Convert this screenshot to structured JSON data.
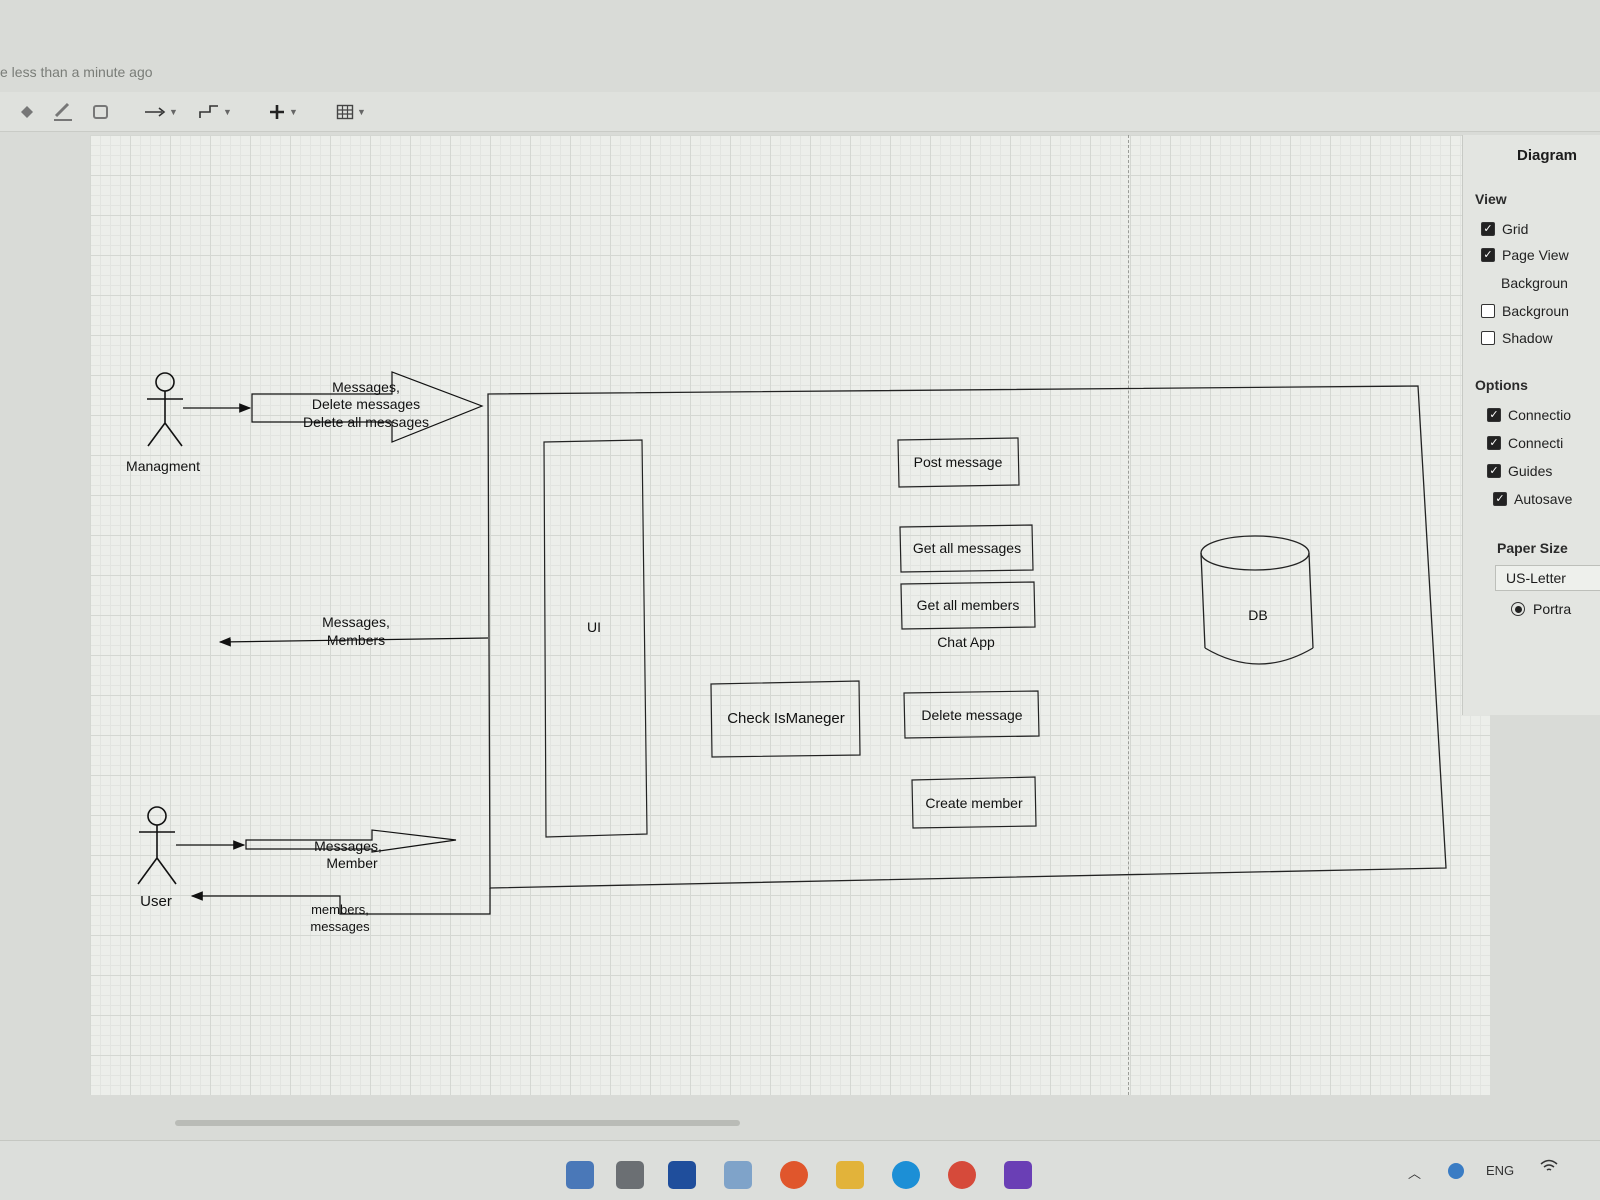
{
  "status": {
    "saved_text": "e less than a minute ago"
  },
  "toolbar": {
    "icons": [
      "fill-icon",
      "line-color-icon",
      "shadow-icon",
      "connection-arrow-icon",
      "waypoint-icon",
      "insert-plus-icon",
      "table-icon"
    ]
  },
  "diagram": {
    "actors": [
      {
        "label": "Managment"
      },
      {
        "label": "User"
      }
    ],
    "arrow_labels": {
      "management_in": [
        "Messages,",
        "Delete messages",
        "Delete all messages"
      ],
      "to_management": [
        "Messages,",
        "Members"
      ],
      "user_in": [
        "Messages,",
        "Member"
      ],
      "to_user": [
        "members,",
        "messages"
      ]
    },
    "system_label": "Chat App",
    "ui_label": "UI",
    "check_label": "Check IsManeger",
    "operations": [
      "Post message",
      "Get all messages",
      "Get all members",
      "Delete message",
      "Create member"
    ],
    "db_label": "DB"
  },
  "panel": {
    "title": "Diagram",
    "view_section": "View",
    "view_options": [
      {
        "label": "Grid",
        "checked": true
      },
      {
        "label": "Page View",
        "checked": true
      },
      {
        "label": "Backgroun",
        "checked": null
      },
      {
        "label": "Backgroun",
        "checked": false
      },
      {
        "label": "Shadow",
        "checked": false
      }
    ],
    "options_section": "Options",
    "options": [
      {
        "label": "Connectio",
        "checked": true
      },
      {
        "label": "Connecti",
        "checked": true
      },
      {
        "label": "Guides",
        "checked": true
      },
      {
        "label": "Autosave",
        "checked": true
      }
    ],
    "paper_size_section": "Paper Size",
    "paper_size_value": "US-Letter",
    "orientation_label": "Portra"
  },
  "taskbar": {
    "language": "ENG",
    "icon_colors": [
      "#4a78b8",
      "#6b6f73",
      "#1f4e9c",
      "#7fa3c9",
      "#e0562c",
      "#e2b33a",
      "#1c8fd6",
      "#d64a3a",
      "#6a3fb5"
    ]
  }
}
